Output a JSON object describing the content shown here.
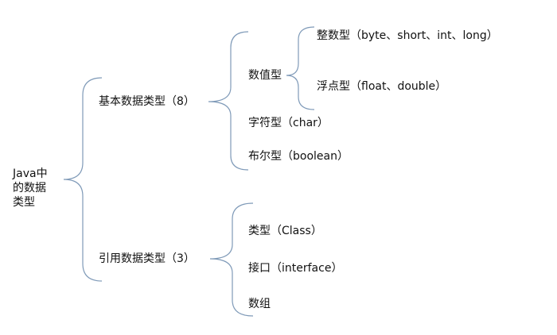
{
  "root": {
    "lines": [
      "Java中",
      "的数据",
      "类型"
    ]
  },
  "primitive": {
    "label": "基本数据类型（8）",
    "numeric": {
      "label": "数值型",
      "integer": "整数型（byte、short、int、long）",
      "float": "浮点型（float、double）"
    },
    "char": "字符型（char）",
    "boolean": "布尔型（boolean）"
  },
  "reference": {
    "label": "引用数据类型（3）",
    "class": "类型（Class）",
    "interface": "接口（interface）",
    "array": "数组"
  },
  "colors": {
    "brace": "#7f9ab8",
    "text": "#111111",
    "background": "#ffffff"
  }
}
